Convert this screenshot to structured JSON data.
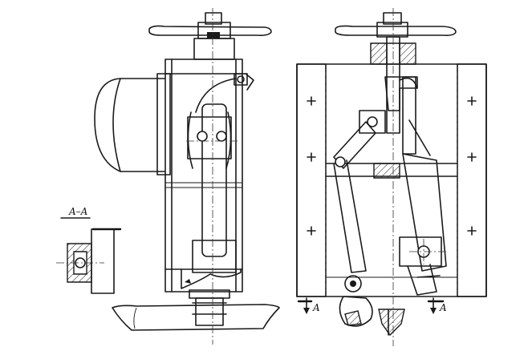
{
  "labels": {
    "section_title": "A–A",
    "cut_left": "A",
    "cut_right": "A"
  }
}
